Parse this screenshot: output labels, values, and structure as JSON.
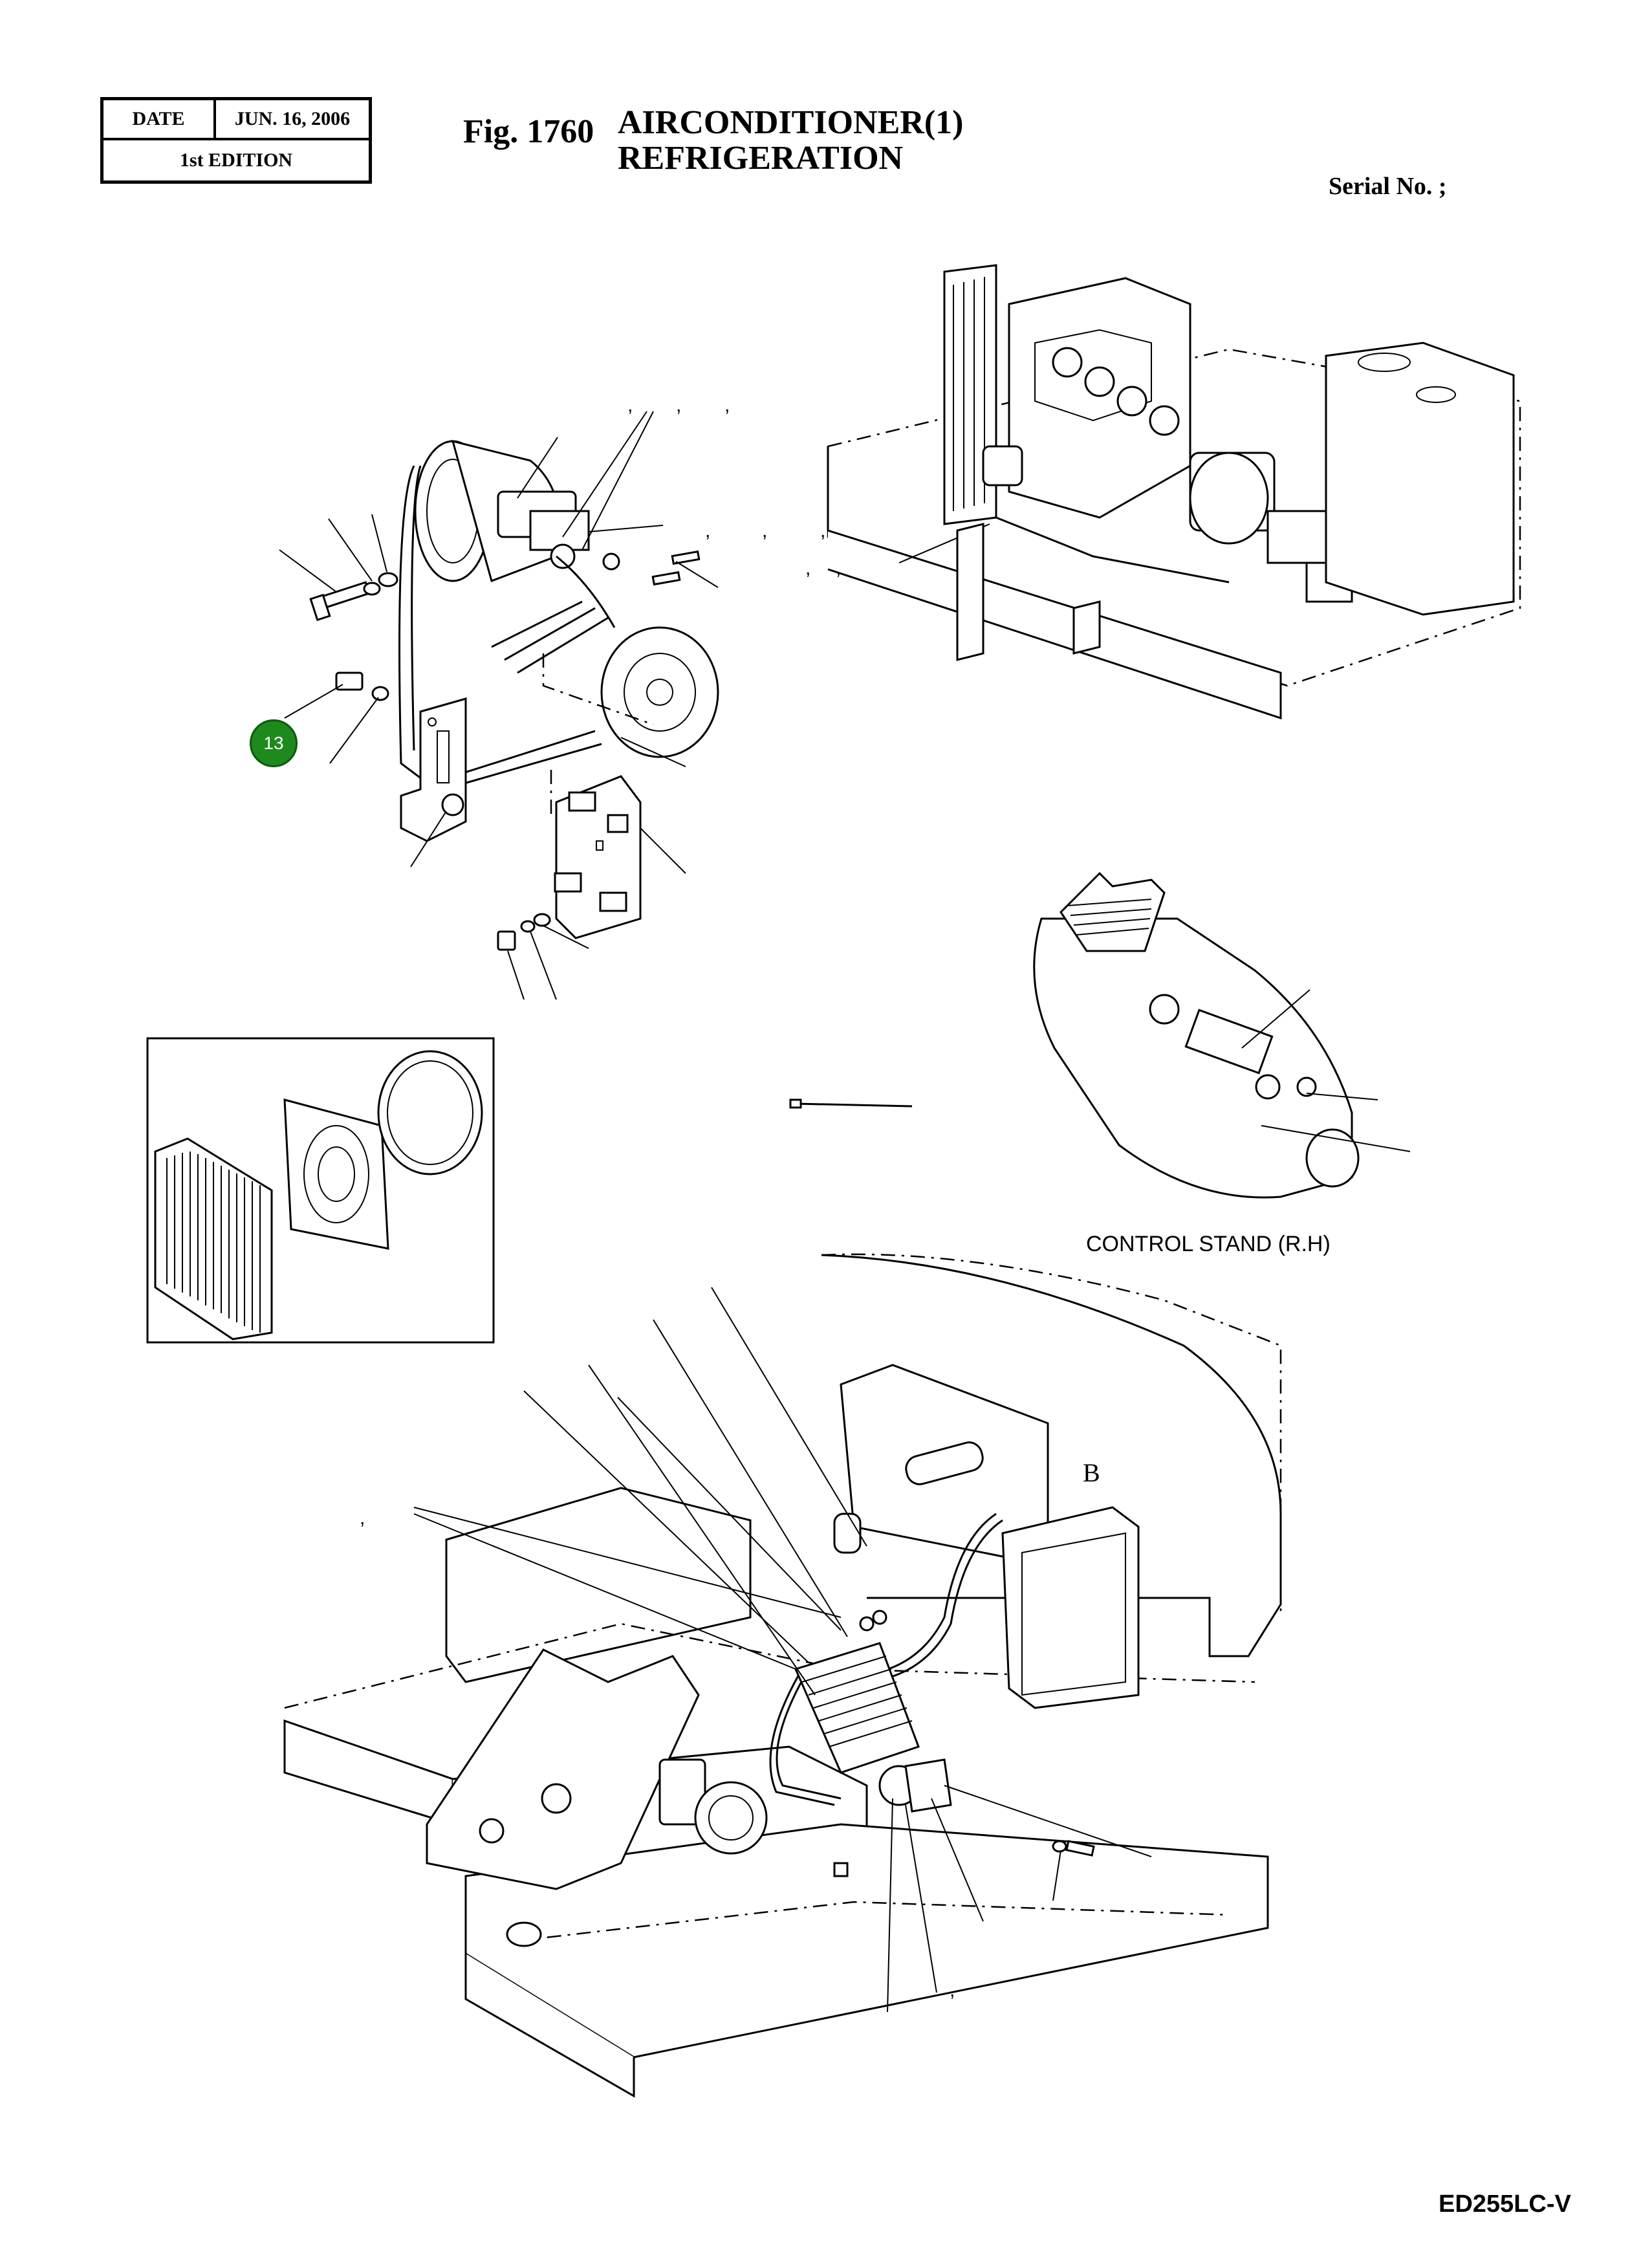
{
  "header": {
    "date_label": "DATE",
    "date_value": "JUN. 16, 2006",
    "edition": "1st EDITION",
    "figure_number": "Fig. 1760",
    "title_line1": "AIRCONDITIONER(1)",
    "title_line2": "REFRIGERATION",
    "serial_label": "Serial No. ;"
  },
  "diagram": {
    "callout_label": "13",
    "callout_color": "#1e8a1e",
    "inset_label": "CONTROL STAND (R.H)"
  },
  "footer": {
    "model_code": "ED255LC-V"
  }
}
